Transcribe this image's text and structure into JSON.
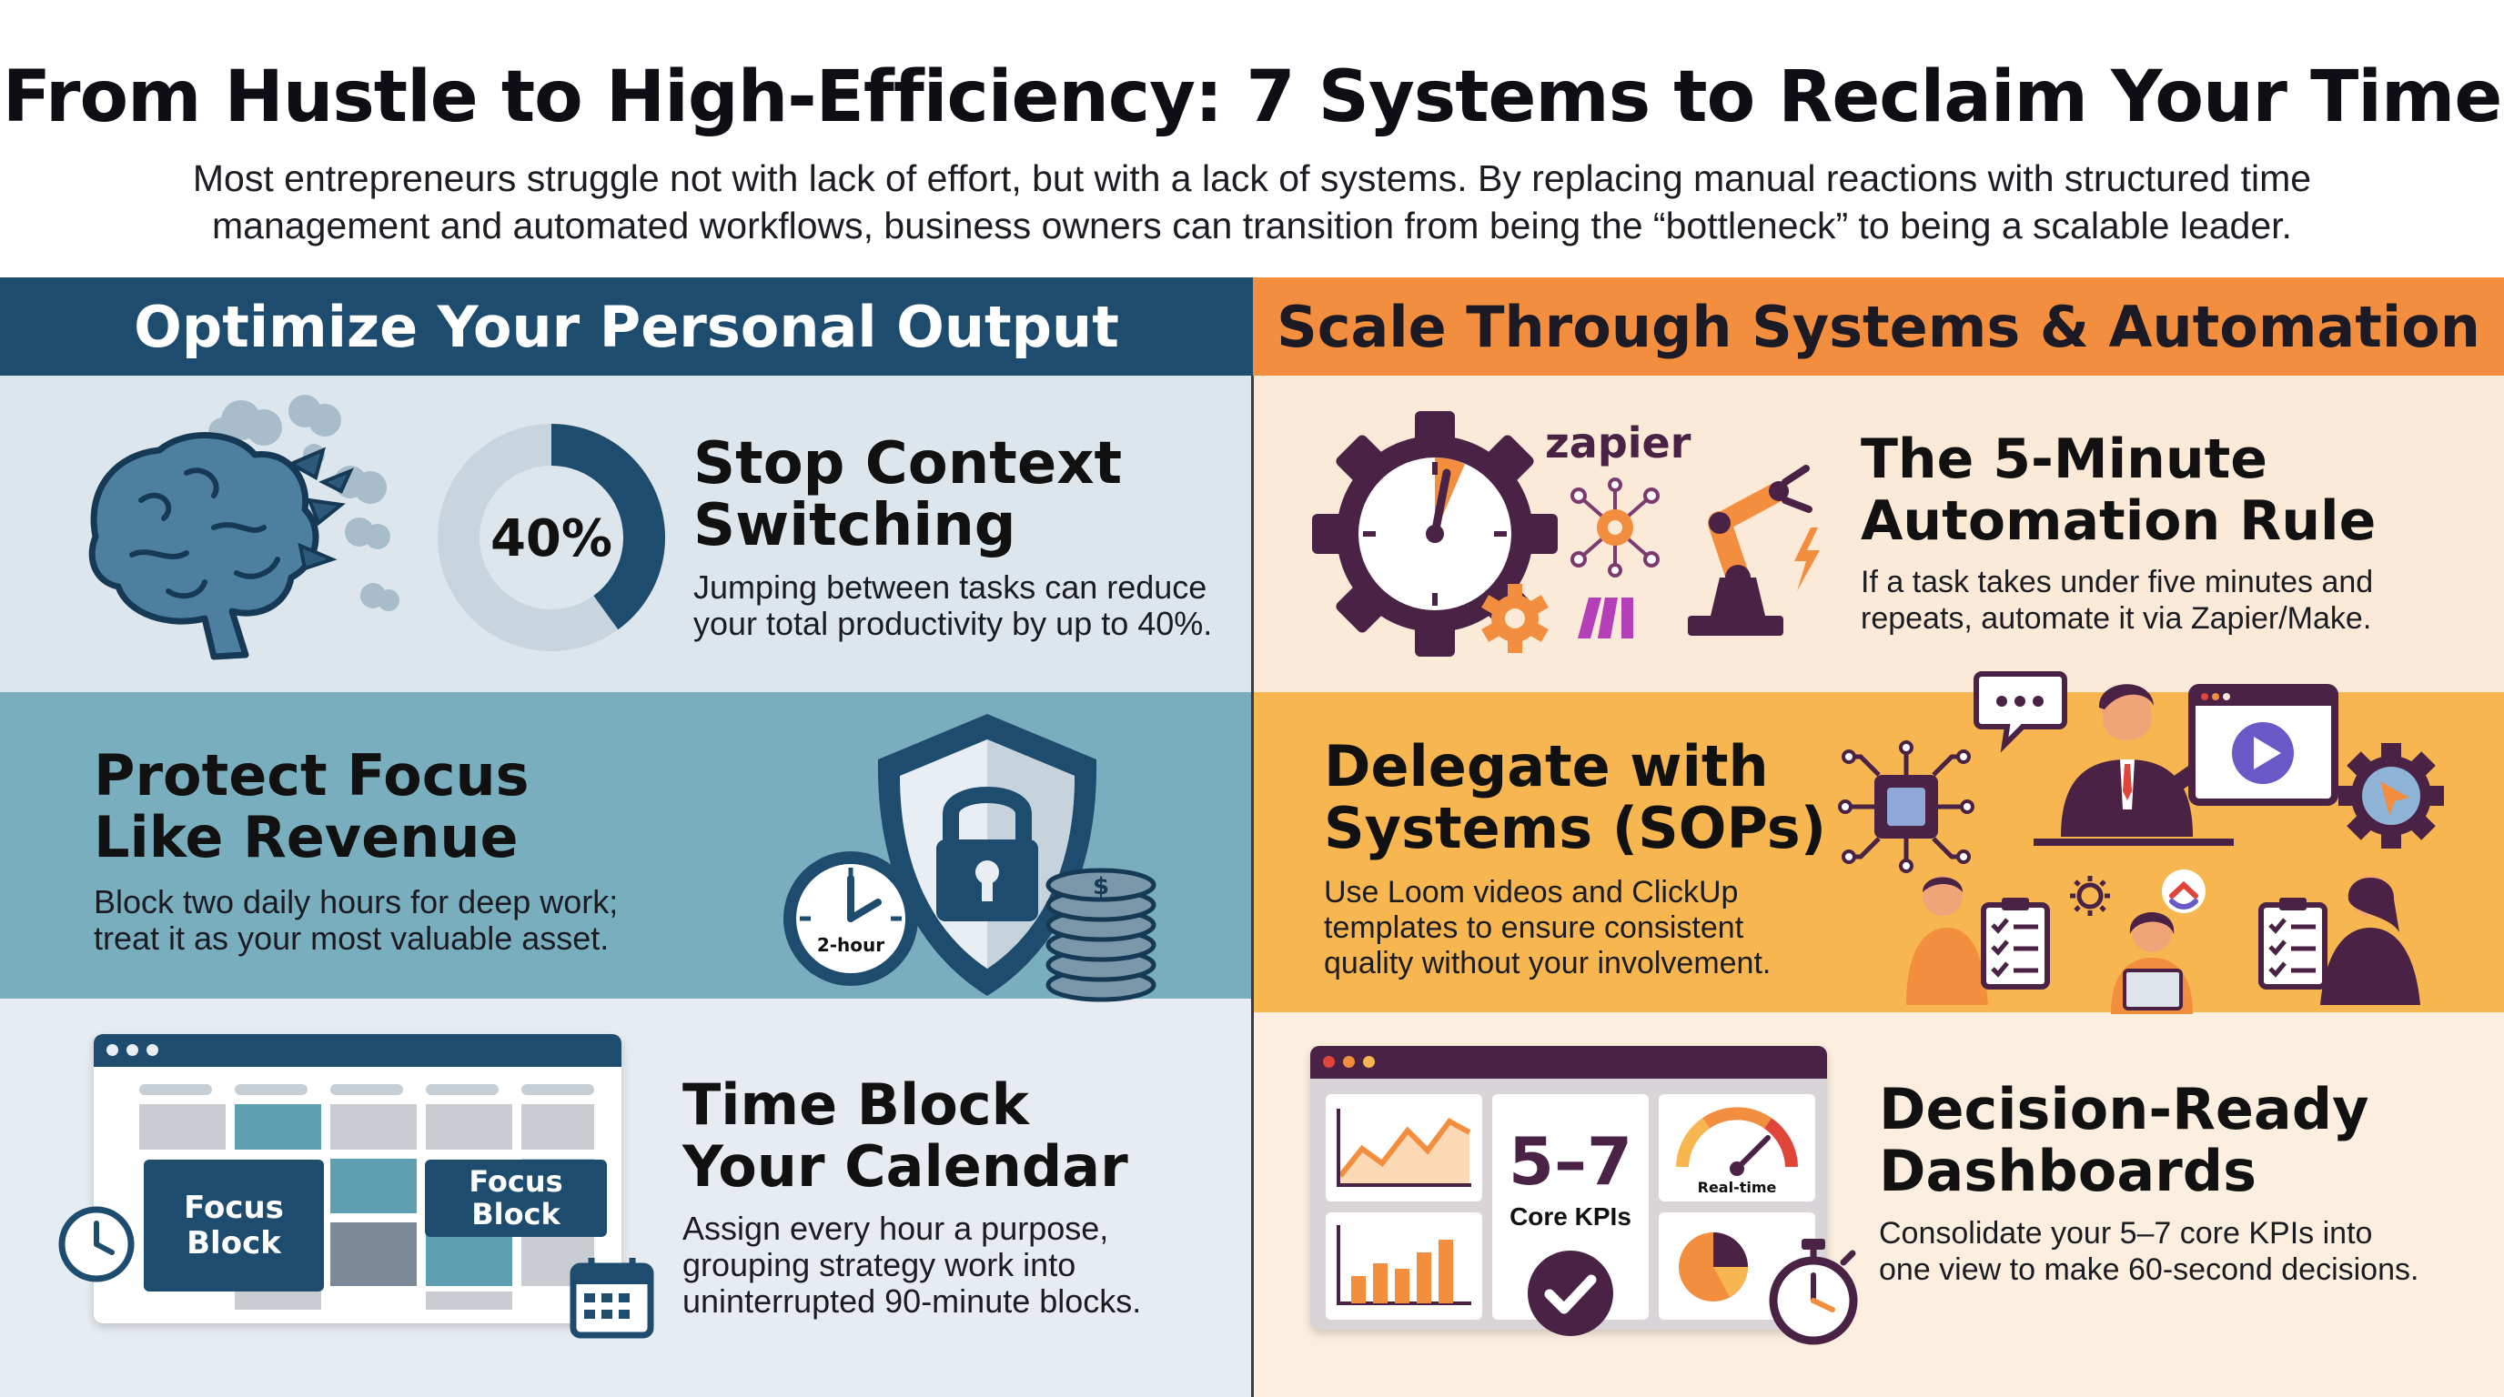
{
  "title": "From Hustle to High-Efficiency: 7 Systems to Reclaim Your Time",
  "subtitle": "Most entrepreneurs struggle not with lack of effort, but with a lack of systems. By replacing manual reactions with structured time management and automated workflows, business owners can transition from being the “bottleneck” to being a scalable leader.",
  "left": {
    "header": "Optimize Your Personal Output",
    "color": "#1e4c6e",
    "items": [
      {
        "title_line1": "Stop Context",
        "title_line2": "Switching",
        "desc_line1": "Jumping between tasks can reduce",
        "desc_line2": "your total productivity by up to 40%.",
        "stat": "40%",
        "stat_fraction": 0.4,
        "icons": [
          "brain-icon",
          "donut-chart"
        ]
      },
      {
        "title_line1": "Protect Focus",
        "title_line2": "Like Revenue",
        "desc_line1": "Block two daily hours for deep work;",
        "desc_line2": "treat it as your most valuable asset.",
        "clock_label": "2-hour",
        "icons": [
          "shield-lock-icon",
          "clock-icon",
          "coin-stack-icon"
        ]
      },
      {
        "title_line1": "Time Block",
        "title_line2": "Your Calendar",
        "desc_line1": "Assign every hour a purpose,",
        "desc_line2": "grouping strategy work into",
        "desc_line3": "uninterrupted 90-minute blocks.",
        "block_label_1a": "Focus",
        "block_label_1b": "Block",
        "block_label_2a": "Focus",
        "block_label_2b": "Block",
        "icons": [
          "calendar-window",
          "clock-icon",
          "calendar-icon"
        ]
      }
    ]
  },
  "right": {
    "header": "Scale Through Systems & Automation",
    "color": "#f28e3e",
    "items": [
      {
        "title_line1": "The 5-Minute",
        "title_line2": "Automation Rule",
        "desc_line1": "If a task takes under five minutes and",
        "desc_line2": "repeats, automate it via Zapier/Make.",
        "brand": "zapier",
        "icons": [
          "gear-clock-icon",
          "robot-arm-icon",
          "make-logo-icon"
        ]
      },
      {
        "title_line1": "Delegate with",
        "title_line2": "Systems (SOPs)",
        "desc_line1": "Use Loom videos and ClickUp",
        "desc_line2": "templates to ensure consistent",
        "desc_line3": "quality without your involvement.",
        "icons": [
          "chat-bubble-icon",
          "presenter-icon",
          "video-screen-icon",
          "chip-icon",
          "gear-icon",
          "team-checklist-icon"
        ]
      },
      {
        "title_line1": "Decision-Ready",
        "title_line2": "Dashboards",
        "desc_line1": "Consolidate your 5–7 core KPIs into",
        "desc_line2": "one view to make 60-second decisions.",
        "kpi_big": "5–7",
        "kpi_label": "Core KPIs",
        "gauge_label": "Real-time",
        "icons": [
          "dashboard-window",
          "line-chart-icon",
          "bar-chart-icon",
          "gauge-icon",
          "pie-chart-icon",
          "check-icon",
          "stopwatch-icon"
        ]
      }
    ]
  }
}
